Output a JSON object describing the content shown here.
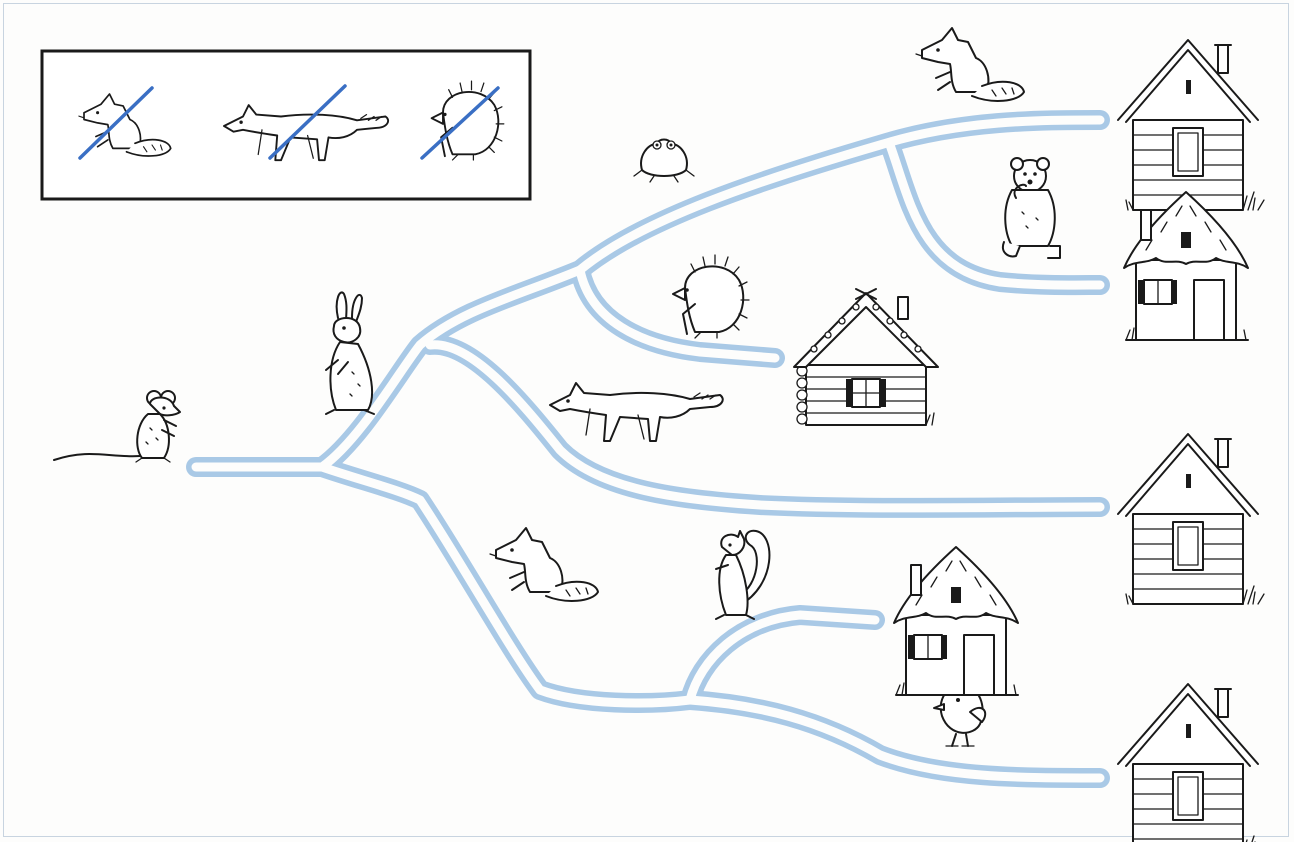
{
  "scene": {
    "road_color": "#a9c9e6",
    "cross_color": "#3a6fc4",
    "ink_color": "#1a1a1a",
    "background_color": "#fdfdfc"
  },
  "legend_box": {
    "crossed_out": [
      "fox-icon",
      "wolf-icon",
      "hedgehog-icon"
    ]
  },
  "characters": {
    "start": "mouse-icon",
    "along_paths": [
      "hare-icon",
      "frog-icon",
      "hedgehog-icon",
      "wolf-icon",
      "fox-icon",
      "squirrel-icon",
      "bear-icon",
      "fox-icon",
      "chick-icon"
    ]
  },
  "houses": [
    {
      "id": "house-1",
      "style": "plank"
    },
    {
      "id": "house-2",
      "style": "thatched"
    },
    {
      "id": "house-3",
      "style": "log"
    },
    {
      "id": "house-4",
      "style": "plank"
    },
    {
      "id": "house-5",
      "style": "thatched"
    },
    {
      "id": "house-6",
      "style": "plank"
    }
  ]
}
